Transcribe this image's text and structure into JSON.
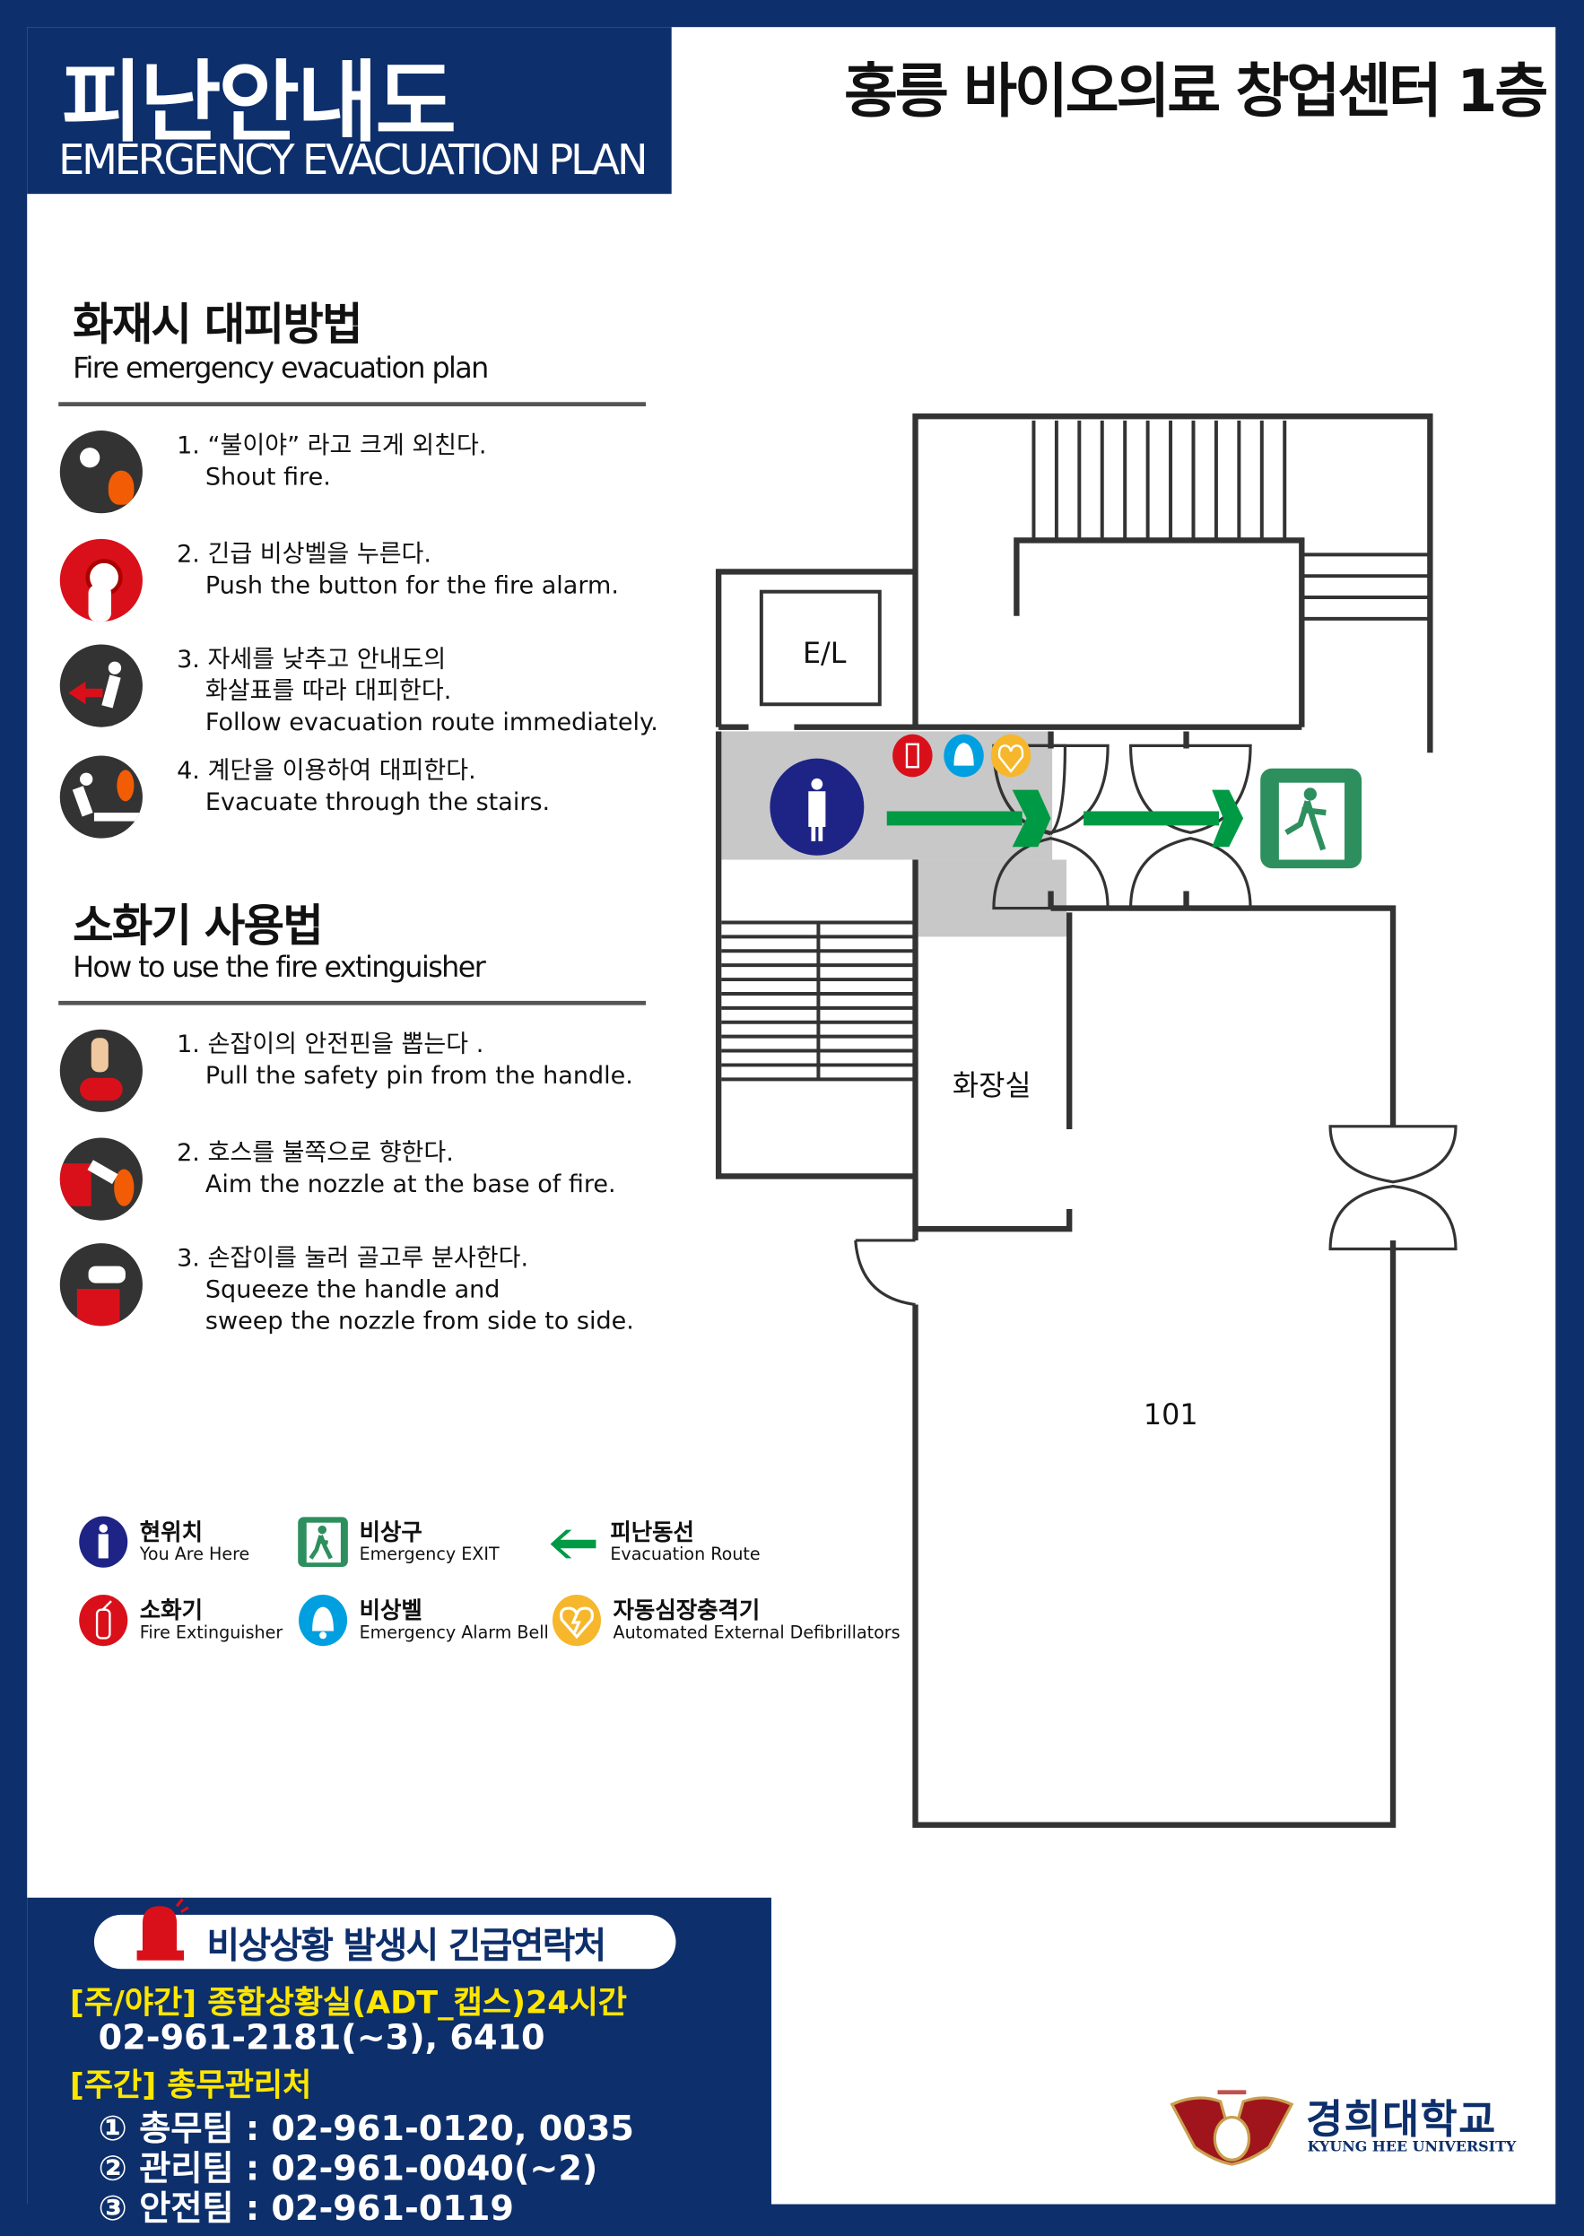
{
  "header": {
    "title_ko": "피난안내도",
    "title_en": "EMERGENCY EVACUATION PLAN",
    "building": "홍릉 바이오의료 창업센터 1층"
  },
  "fire_section": {
    "title": "화재시 대피방법",
    "subtitle": "Fire emergency evacuation plan",
    "steps": [
      {
        "ko": "1. “불이야” 라고 크게 외친다.",
        "en": "Shout fire.",
        "icon": "shout-icon"
      },
      {
        "ko": "2. 긴급 비상벨을 누른다.",
        "en": "Push the button for the fire alarm.",
        "icon": "alarm-button-icon"
      },
      {
        "ko": "3. 자세를 낮추고 안내도의",
        "ko2": "화살표를 따라 대피한다.",
        "en": "Follow evacuation route immediately.",
        "icon": "crouch-run-icon"
      },
      {
        "ko": "4. 계단을 이용하여 대피한다.",
        "en": "Evacuate through the stairs.",
        "icon": "stairs-icon"
      }
    ]
  },
  "extinguisher_section": {
    "title": "소화기 사용법",
    "subtitle": "How to use the fire extinguisher",
    "steps": [
      {
        "ko": "1. 손잡이의 안전핀을 뽑는다 .",
        "en": "Pull the safety pin from the handle.",
        "icon": "pull-pin-icon"
      },
      {
        "ko": "2. 호스를 불쪽으로 향한다.",
        "en": "Aim the nozzle at the base of fire.",
        "icon": "aim-nozzle-icon"
      },
      {
        "ko": "3. 손잡이를 눌러 골고루 분사한다.",
        "en": "Squeeze the handle and",
        "en2": "sweep the nozzle from side to side.",
        "icon": "squeeze-icon"
      }
    ]
  },
  "legend": [
    {
      "ko": "현위치",
      "en": "You Are Here",
      "icon": "you-are-here-icon"
    },
    {
      "ko": "비상구",
      "en": "Emergency EXIT",
      "icon": "exit-icon"
    },
    {
      "ko": "피난동선",
      "en": "Evacuation Route",
      "icon": "arrow-left-icon"
    },
    {
      "ko": "소화기",
      "en": "Fire Extinguisher",
      "icon": "extinguisher-icon"
    },
    {
      "ko": "비상벨",
      "en": "Emergency Alarm Bell",
      "icon": "bell-icon"
    },
    {
      "ko": "자동심장충격기",
      "en": "Automated External Defibrillators",
      "icon": "aed-icon"
    }
  ],
  "floorplan": {
    "elevator": "E/L",
    "restroom": "화장실",
    "room": "101"
  },
  "contact": {
    "title": "비상상황 발생시 긴급연락처",
    "line1": "[주/야간] 종합상황실(ADT_캡스)24시간",
    "line1_phone": "02-961-2181(~3), 6410",
    "line2": "[주간] 총무관리처",
    "teams": [
      "① 총무팀 : 02-961-0120, 0035",
      "② 관리팀 : 02-961-0040(~2)",
      "③ 안전팀 : 02-961-0119"
    ]
  },
  "logo": {
    "ko": "경희대학교",
    "en": "KYUNG HEE UNIVERSITY"
  },
  "colors": {
    "navy": "#0d2f6b",
    "route_green": "#009a44",
    "exit_green": "#2e8f5e",
    "red": "#d9101a",
    "blue": "#00a0e0",
    "yellow": "#f6b72c",
    "you_are_here": "#1e2386",
    "corridor": "#c8c8c8"
  }
}
